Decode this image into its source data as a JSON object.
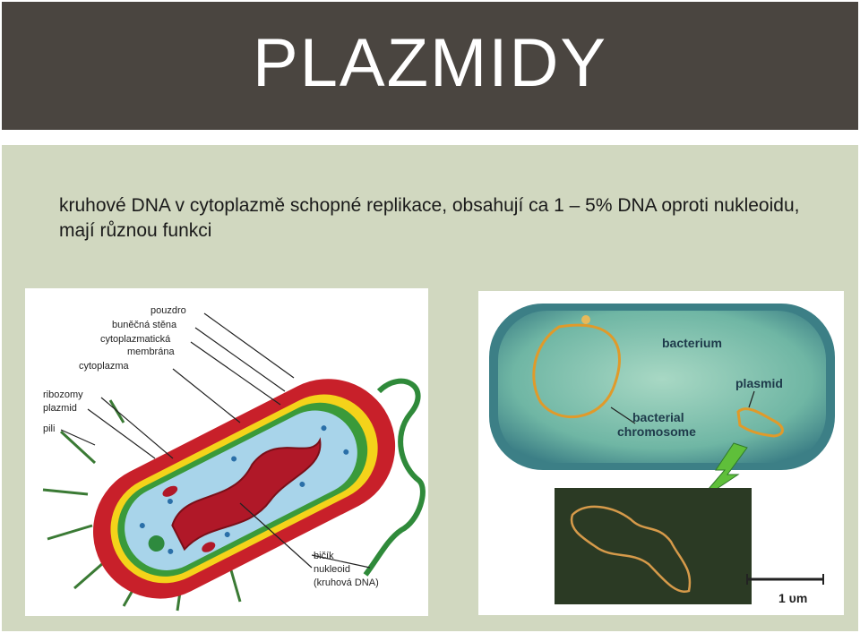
{
  "title": "PLAZMIDY",
  "body_text": "kruhové DNA v cytoplazmě schopné replikace, obsahují ca 1 – 5% DNA oproti nukleoidu, mají různou funkci",
  "left_figure": {
    "labels": {
      "pouzdro": "pouzdro",
      "bunecna_stena": "buněčná stěna",
      "cyto_membrana_1": "cytoplazmatická",
      "cyto_membrana_2": "membrána",
      "cytoplazma": "cytoplazma",
      "ribozomy": "ribozomy",
      "plazmid": "plazmid",
      "pili": "pili",
      "bicik": "bičík",
      "nukleoid": "nukleoid",
      "kruhova_dna": "(kruhová DNA)"
    }
  },
  "right_figure": {
    "labels": {
      "bacterium": "bacterium",
      "plasmid": "plasmid",
      "bacterial_chromosome_1": "bacterial",
      "bacterial_chromosome_2": "chromosome",
      "scale": "1 υm"
    }
  },
  "colors": {
    "header_bg": "#4a4540",
    "panel_bg": "#d1d8c0",
    "cell_wall": "#c8202a",
    "capsule_yellow": "#f4d31a",
    "membrane_green": "#3a9a3a",
    "cytoplasm_blue": "#a8d4ea",
    "bacterium_teal": "#3c7f86"
  }
}
